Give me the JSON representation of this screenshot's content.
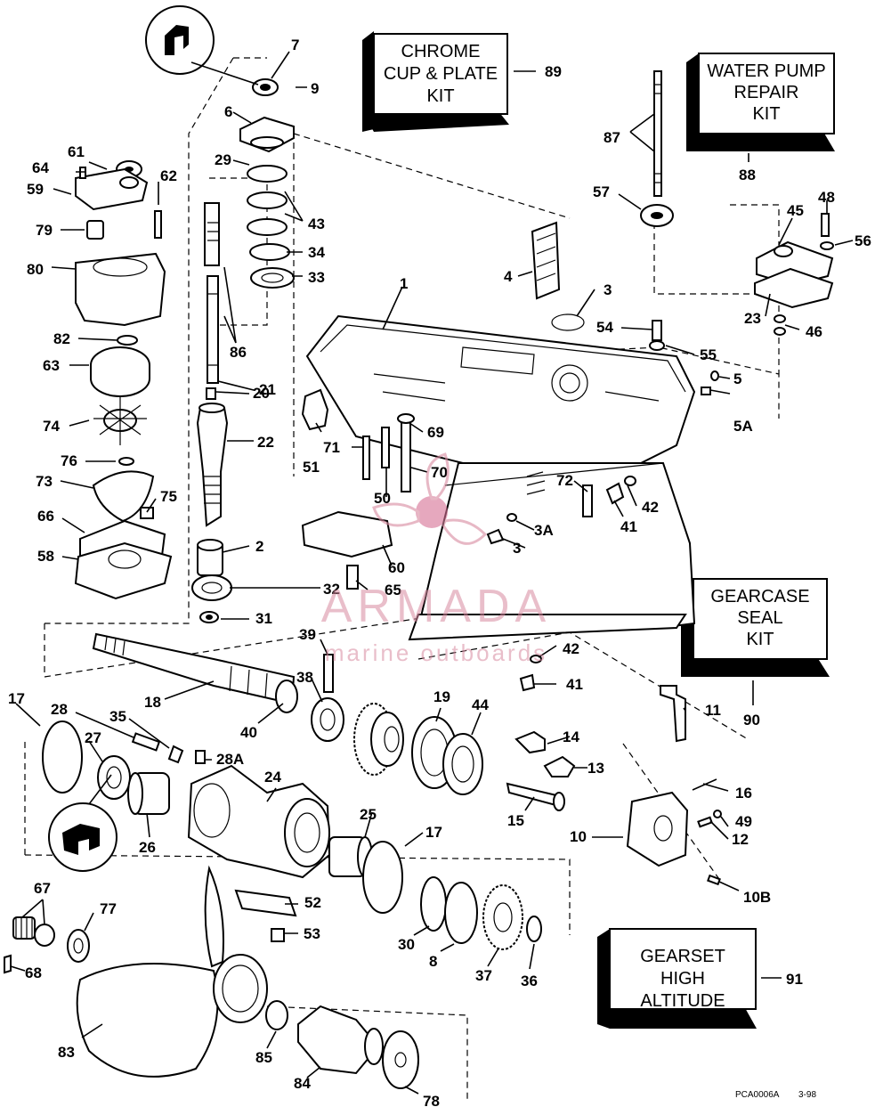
{
  "kits": {
    "chrome": [
      "CHROME",
      "CUP & PLATE",
      "KIT"
    ],
    "water_pump": [
      "WATER PUMP",
      "REPAIR",
      "KIT"
    ],
    "seal": [
      "GEARCASE",
      "SEAL",
      "KIT"
    ],
    "gearset": [
      "GEARSET",
      "HIGH",
      "ALTITUDE"
    ]
  },
  "kit_numbers": {
    "chrome": "89",
    "water_pump": "88",
    "seal": "90",
    "gearset": "91"
  },
  "callouts": [
    "7",
    "9",
    "6",
    "29",
    "43",
    "34",
    "33",
    "86",
    "21",
    "20",
    "22",
    "2",
    "32",
    "31",
    "61",
    "64",
    "59",
    "62",
    "79",
    "80",
    "82",
    "63",
    "74",
    "76",
    "73",
    "75",
    "66",
    "58",
    "87",
    "57",
    "48",
    "45",
    "56",
    "23",
    "46",
    "4",
    "3",
    "1",
    "54",
    "55",
    "5",
    "5A",
    "69",
    "71",
    "51",
    "50",
    "70",
    "72",
    "42",
    "41",
    "3A",
    "3",
    "60",
    "65",
    "42",
    "41",
    "39",
    "38",
    "19",
    "44",
    "18",
    "40",
    "17",
    "28",
    "35",
    "27",
    "28A",
    "24",
    "26",
    "25",
    "17",
    "14",
    "13",
    "15",
    "11",
    "16",
    "49",
    "12",
    "10",
    "10B",
    "67",
    "77",
    "52",
    "53",
    "30",
    "8",
    "37",
    "36",
    "68",
    "83",
    "85",
    "84",
    "78"
  ],
  "watermark": {
    "brand": "ARMADA",
    "tagline": "marine outboards"
  },
  "footer": {
    "code": "PCA0006A",
    "date": "3-98"
  }
}
